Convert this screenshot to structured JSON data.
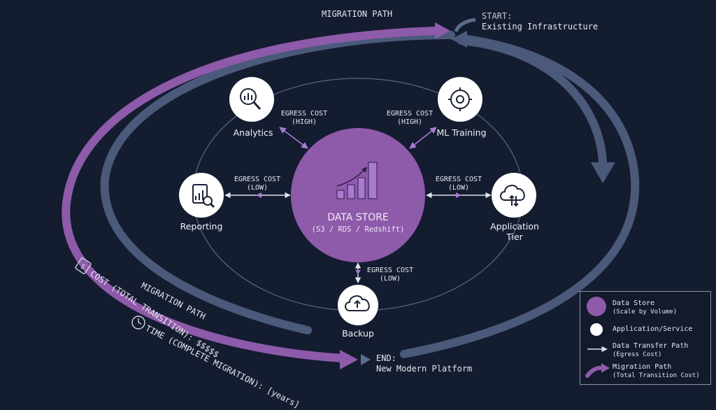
{
  "colors": {
    "background": "#141c30",
    "migration_purple": "#8e5aaa",
    "migration_slate": "#4b5a7a",
    "data_store": "#8e5aaa",
    "node_fill": "#ffffff",
    "data_transfer_line": "#dfe2ea"
  },
  "top": {
    "migration_path_label": "MIGRATION PATH",
    "start_label": "START:",
    "start_name": "Existing Infrastructure"
  },
  "data_store": {
    "title": "DATA STORE",
    "subtitle": "(S3 / RDS / Redshift)",
    "icon": "growth-chart-icon"
  },
  "nodes": {
    "analytics": {
      "label": "Analytics",
      "icon": "analytics-magnifier-icon"
    },
    "ml_training": {
      "label": "ML Training",
      "icon": "gear-brain-icon"
    },
    "reporting": {
      "label": "Reporting",
      "icon": "report-search-icon"
    },
    "application_tier": {
      "label_line1": "Application",
      "label_line2": "Tier",
      "icon": "cloud-sync-icon"
    },
    "backup": {
      "label": "Backup",
      "icon": "cloud-upload-icon"
    }
  },
  "egress": {
    "analytics": {
      "line1": "EGRESS COST",
      "line2": "(HIGH)"
    },
    "ml_training": {
      "line1": "EGRESS COST",
      "line2": "(HIGH)"
    },
    "reporting": {
      "line1": "EGRESS COST",
      "line2": "(LOW)"
    },
    "application_tier": {
      "line1": "EGRESS COST",
      "line2": "(LOW)"
    },
    "backup": {
      "line1": "EGRESS COST",
      "line2": "(LOW)"
    }
  },
  "bottom": {
    "migration_path_label": "MIGRATION PATH",
    "cost_label": "COST (TOTAL TRANSITION): $$$$$",
    "time_label": "TIME (COMPLETE MIGRATION): [years]",
    "cost_icon": "dollar-document-icon",
    "time_icon": "clock-icon",
    "end_label": "END:",
    "end_name": "New Modern Platform"
  },
  "legend": {
    "data_store_line1": "Data Store",
    "data_store_line2": "(Scale by Volume)",
    "app_service": "Application/Service",
    "transfer_line1": "Data Transfer Path",
    "transfer_line2": "(Egress Cost)",
    "migration_line1": "Migration Path",
    "migration_line2": "(Total Transition Cost)"
  }
}
